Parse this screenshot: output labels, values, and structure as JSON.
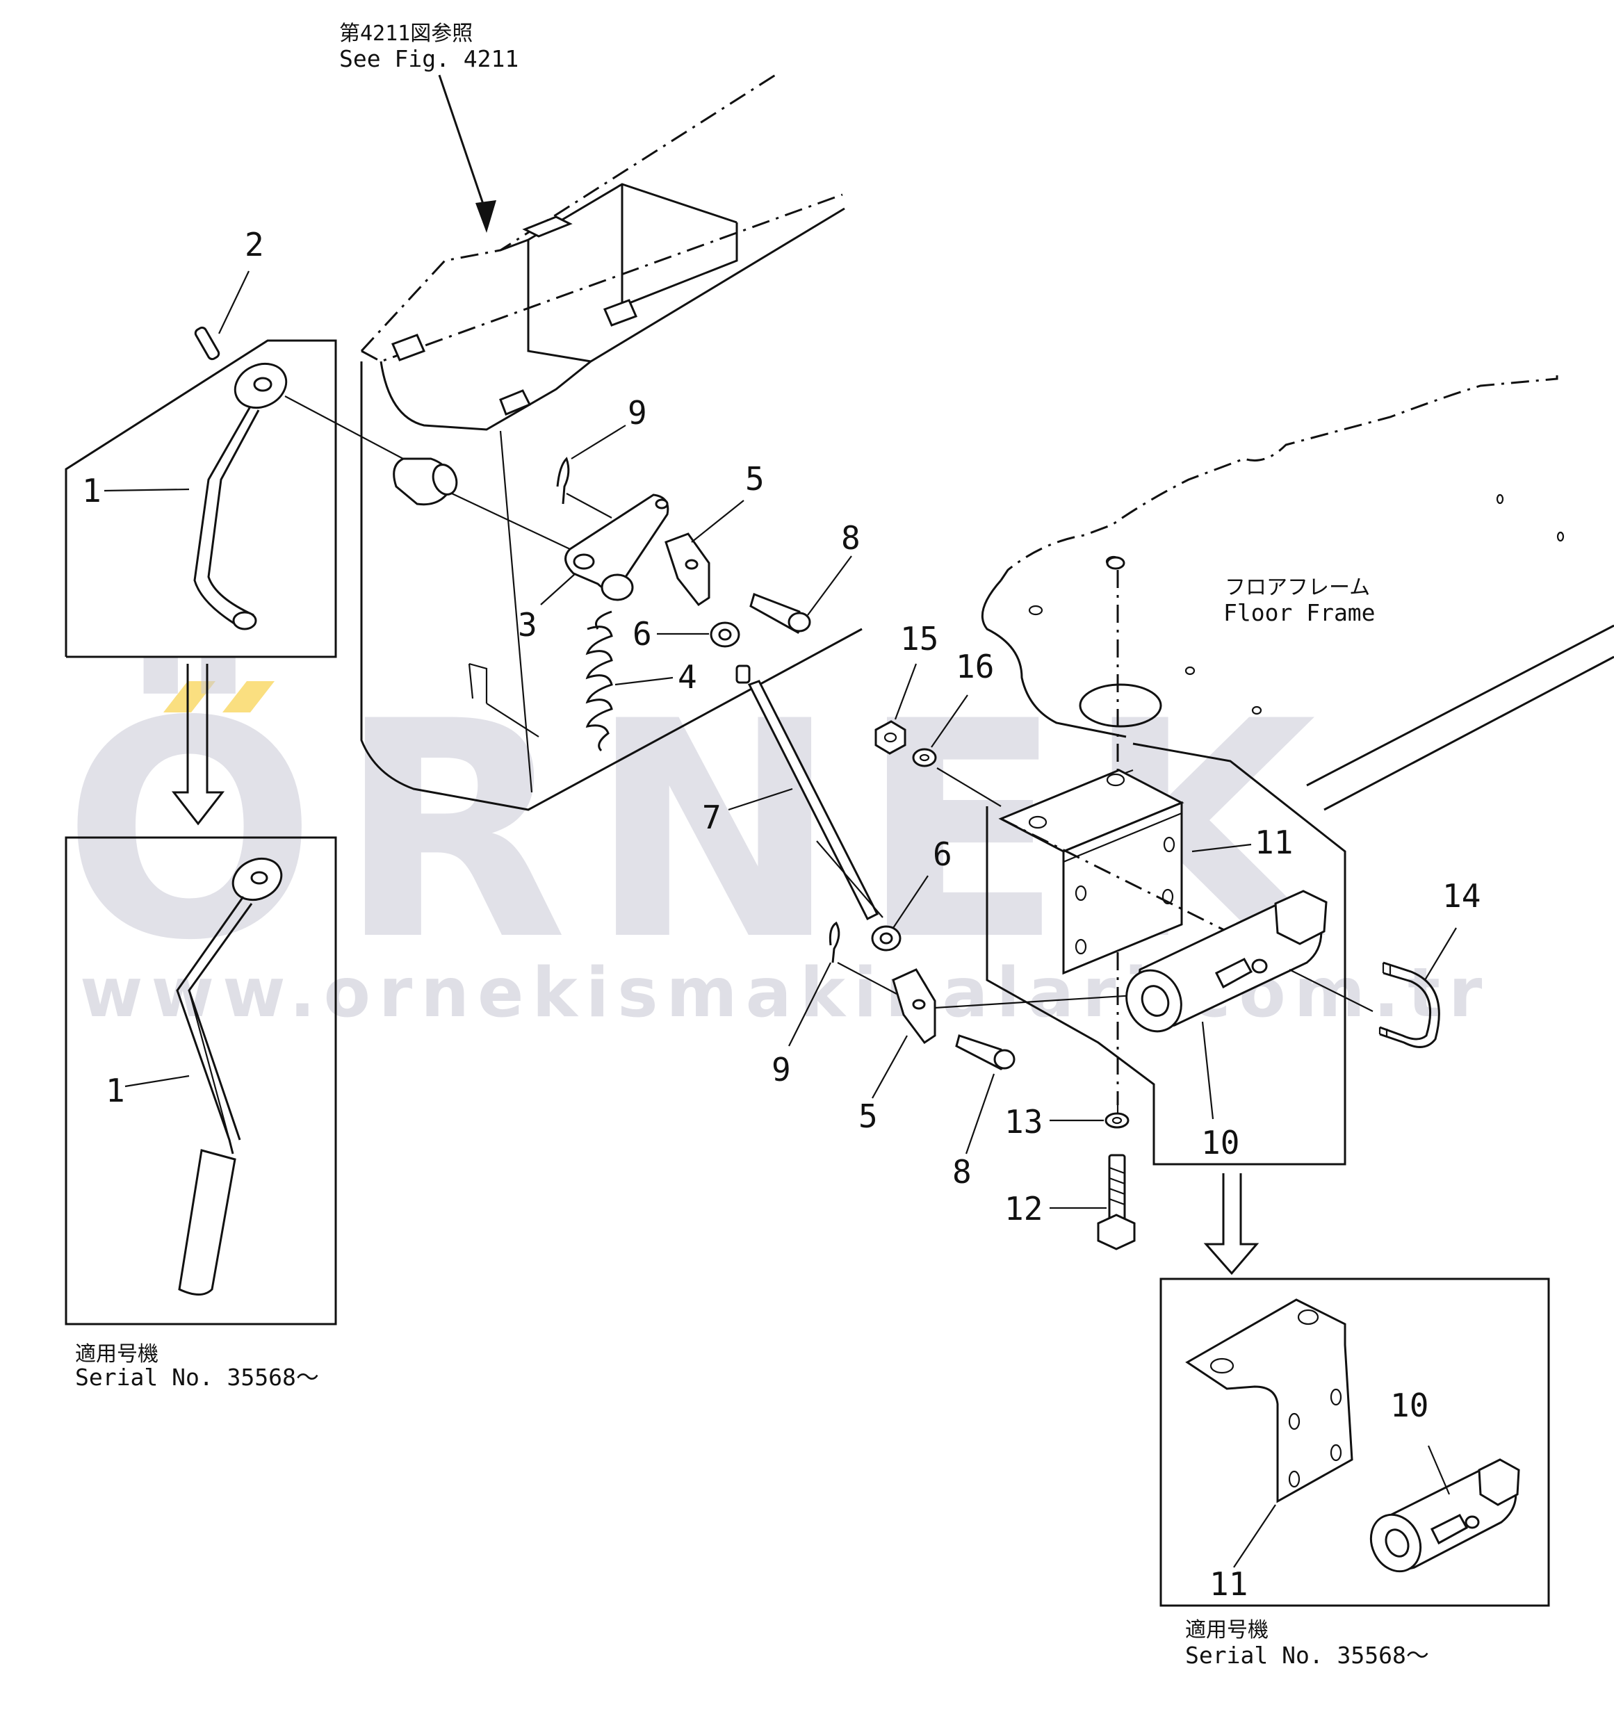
{
  "header_ref": {
    "jp": "第4211図参照",
    "en": "See Fig. 4211"
  },
  "floor_frame": {
    "jp": "フロアフレーム",
    "en": "Floor Frame"
  },
  "inset_left": {
    "jp": "適用号機",
    "en": "Serial No. 35568～",
    "part": "1"
  },
  "inset_right": {
    "jp": "適用号機",
    "en": "Serial No. 35568～",
    "part_bracket": "11",
    "part_valve": "10"
  },
  "callouts": {
    "p1": "1",
    "p2": "2",
    "p3": "3",
    "p4": "4",
    "p5a": "5",
    "p5b": "5",
    "p6a": "6",
    "p6b": "6",
    "p7": "7",
    "p8a": "8",
    "p8b": "8",
    "p9a": "9",
    "p9b": "9",
    "p10": "10",
    "p11": "11",
    "p12": "12",
    "p13": "13",
    "p14": "14",
    "p15": "15",
    "p16": "16"
  },
  "watermark": {
    "brand": "ÖRNEK",
    "url": "www.ornekismakinalari.com.tr",
    "accent_color": "#f5c518"
  }
}
